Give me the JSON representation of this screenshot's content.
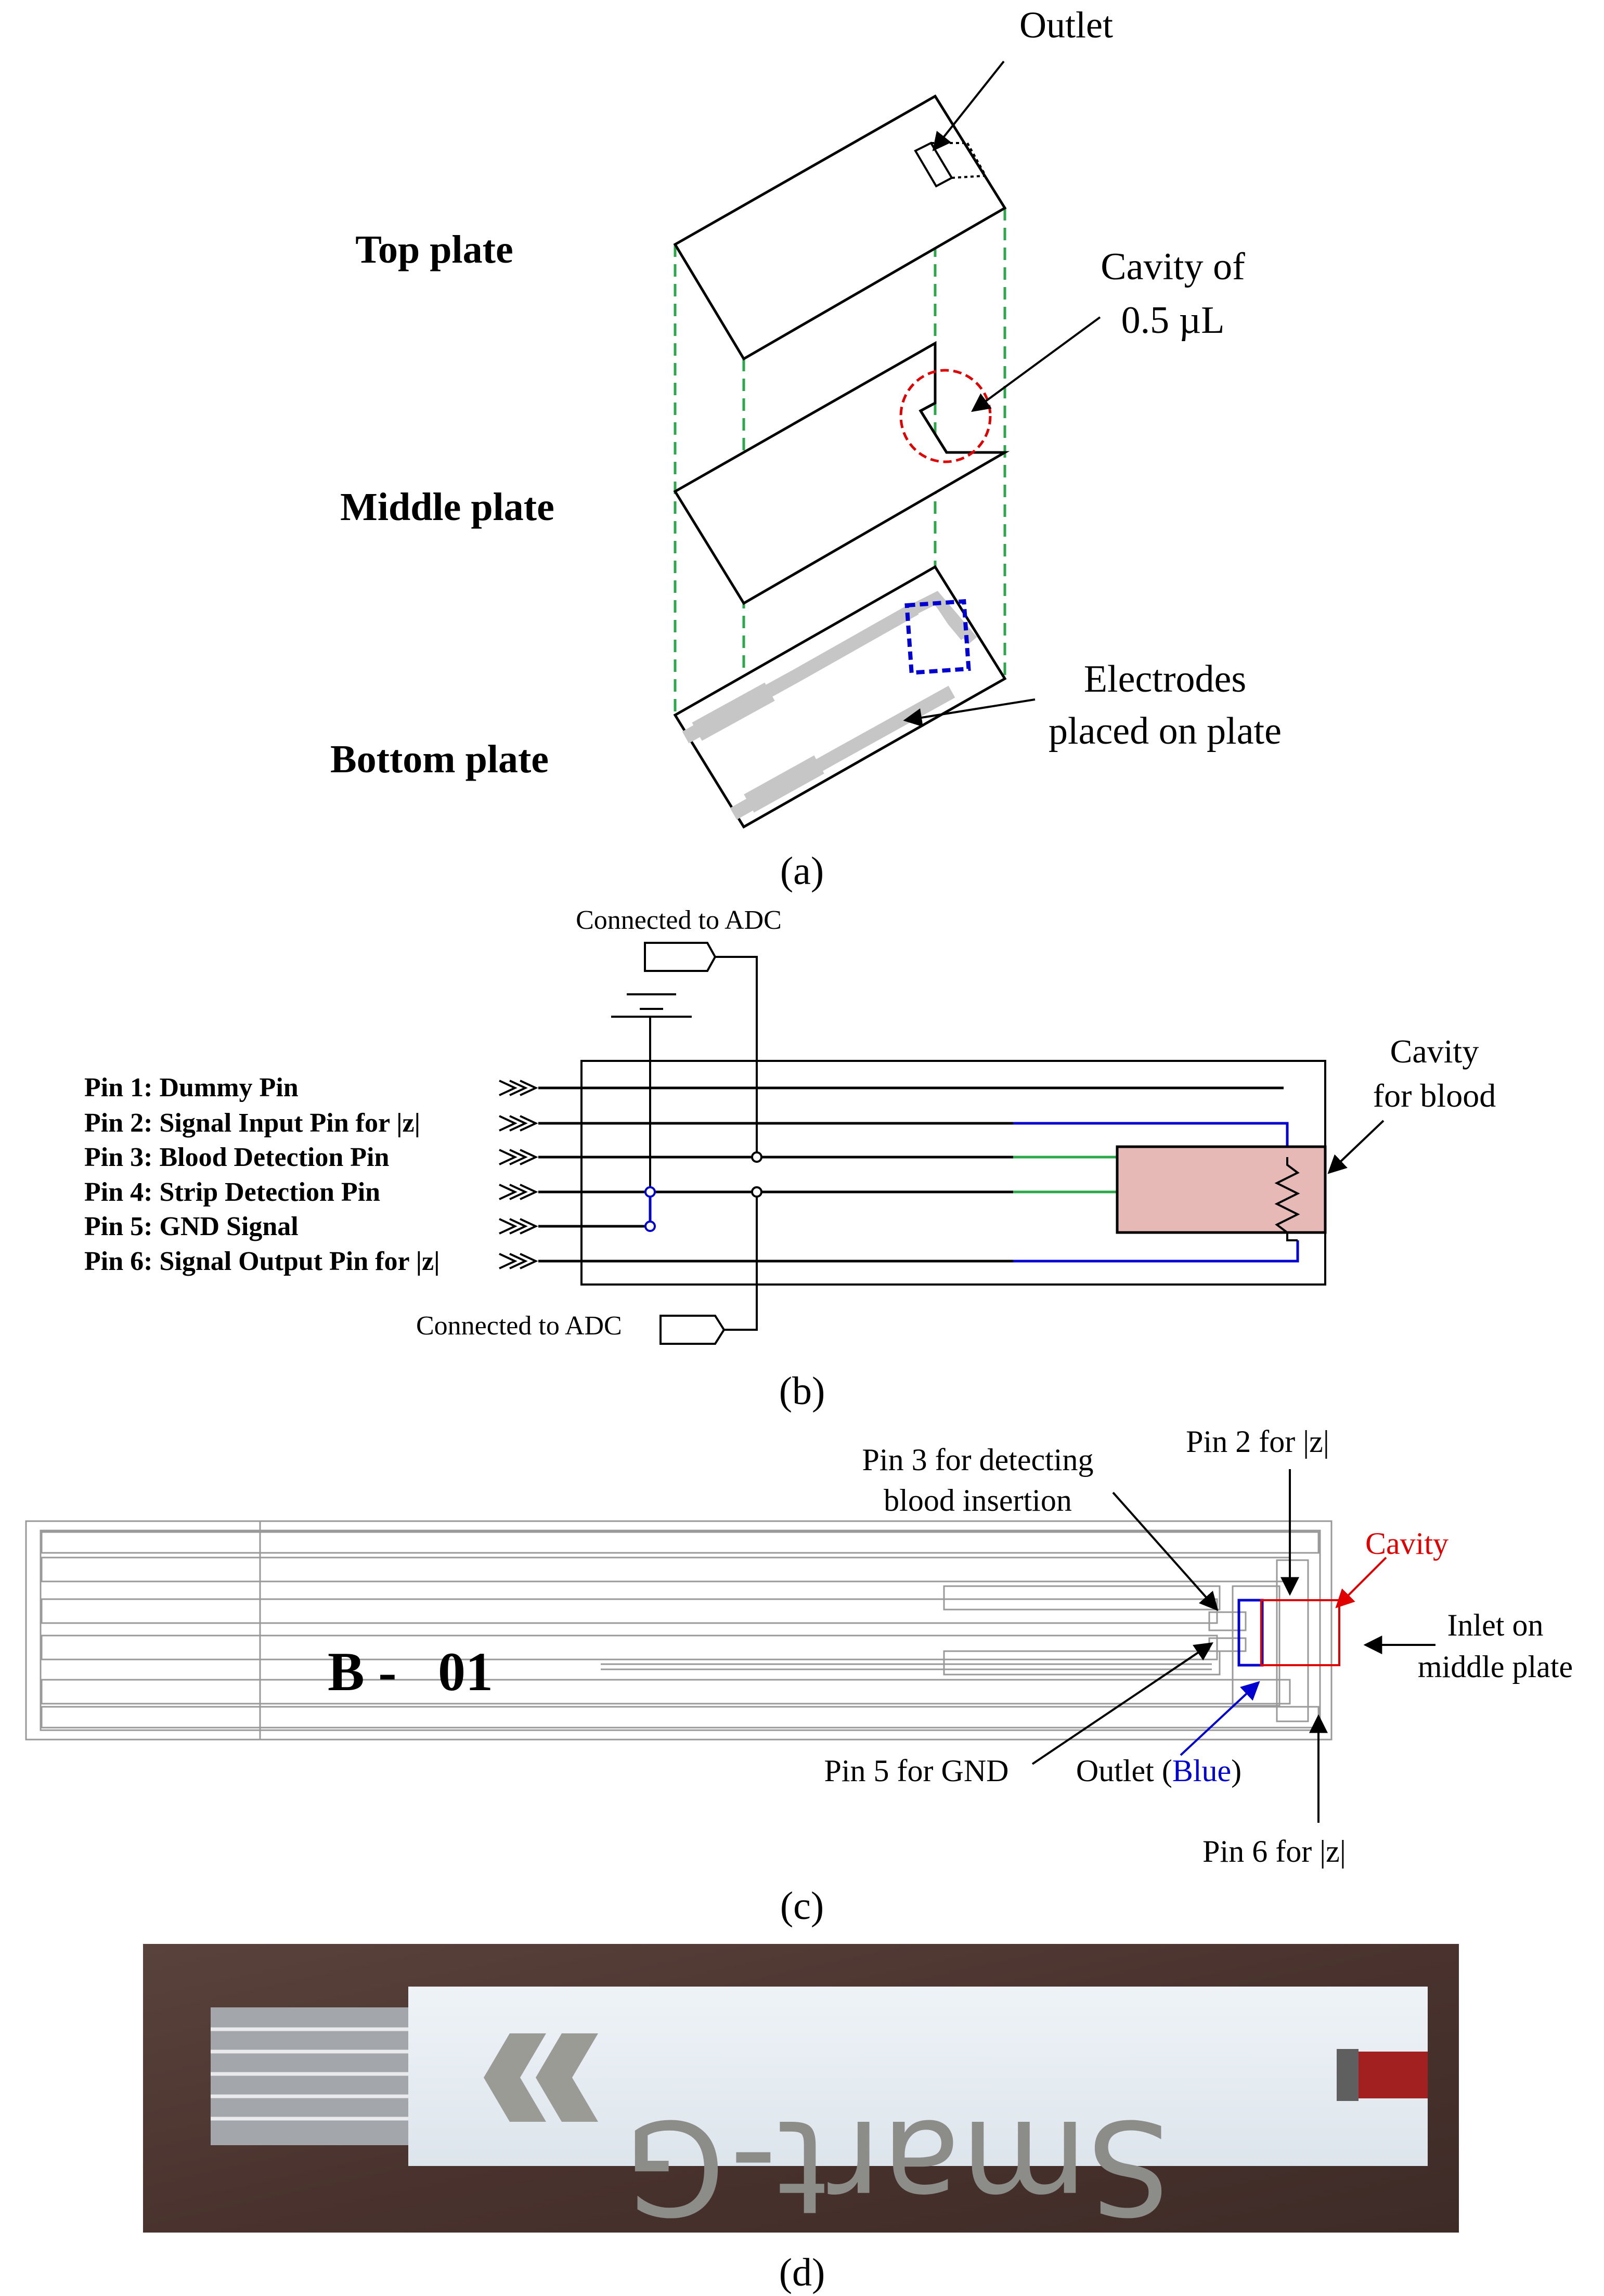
{
  "panel_a": {
    "labels": {
      "outlet": "Outlet",
      "top_plate": "Top plate",
      "middle_plate": "Middle plate",
      "bottom_plate": "Bottom plate",
      "cavity_line1": "Cavity of",
      "cavity_line2": "0.5 µL",
      "electrodes_line1": "Electrodes",
      "electrodes_line2": "placed on plate"
    },
    "caption": "(a)"
  },
  "panel_b": {
    "adc_top": "Connected to ADC",
    "adc_bottom": "Connected to ADC",
    "cavity_line1": "Cavity",
    "cavity_line2": "for blood",
    "pins": [
      "Pin 1: Dummy Pin",
      "Pin 2: Signal Input Pin for |z|",
      "Pin 3: Blood Detection Pin",
      "Pin 4: Strip Detection Pin",
      "Pin 5: GND Signal",
      "Pin 6: Signal Output Pin for |z|"
    ],
    "caption": "(b)"
  },
  "panel_c": {
    "strip_code": "B -   01",
    "pin3_line1": "Pin 3 for detecting",
    "pin3_line2": "blood insertion",
    "pin2": "Pin 2 for |z|",
    "cavity": "Cavity",
    "inlet_line1": "Inlet on",
    "inlet_line2": "middle plate",
    "pin5": "Pin 5 for GND",
    "outlet_prefix": "Outlet (",
    "outlet_color": "Blue",
    "outlet_suffix": ")",
    "pin6": "Pin 6 for |z|",
    "caption": "(c)"
  },
  "panel_d": {
    "strip_text": "Smart-G",
    "caption": "(d)"
  },
  "colors": {
    "green_dash": "#2aa84a",
    "red": "#e00000",
    "blue": "#0000d0",
    "electrode_gray": "#c6c6c6",
    "cavity_fill": "#e6b9b7",
    "photo_bg": "#4b3530"
  }
}
